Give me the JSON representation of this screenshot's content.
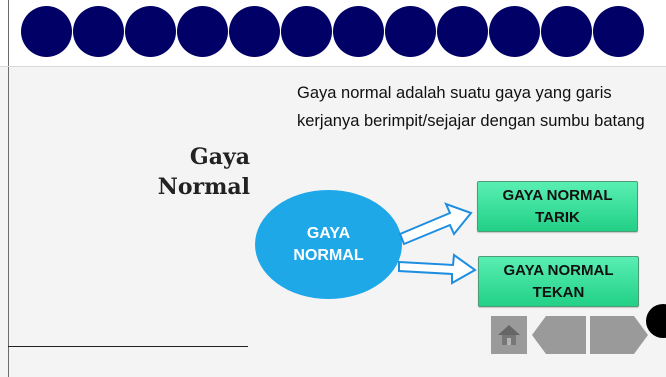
{
  "slide": {
    "title": "Gaya Normal",
    "definition": "Gaya normal adalah suatu gaya yang garis kerjanya berimpit/sejajar dengan sumbu batang",
    "center_label": "GAYA NORMAL",
    "boxes": [
      {
        "label": "GAYA NORMAL TARIK"
      },
      {
        "label": "GAYA NORMAL TEKAN"
      }
    ]
  },
  "colors": {
    "dot_color": "#000066",
    "ellipse_color": "#1ea8e8",
    "box_color": "#36df99",
    "nav_color": "#9a9a9a"
  },
  "icons": {
    "home": "home-icon",
    "previous": "previous-arrow-icon",
    "next": "next-arrow-icon"
  }
}
